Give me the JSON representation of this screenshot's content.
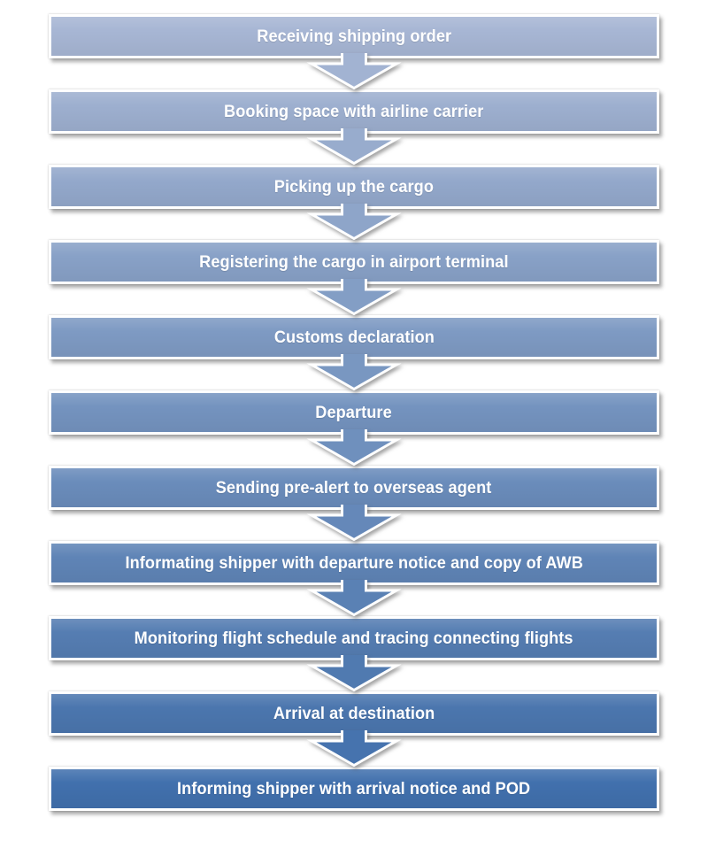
{
  "flow": {
    "background_color": "#ffffff",
    "box_border_color": "#ffffff",
    "text_color": "#ffffff",
    "arrow_outline_color": "#ffffff",
    "steps": [
      {
        "label": "Receiving shipping order",
        "color": "#a7b6d4"
      },
      {
        "label": "Booking space with airline carrier",
        "color": "#9dafcf"
      },
      {
        "label": "Picking up the cargo",
        "color": "#93a8cb"
      },
      {
        "label": "Registering the cargo in airport terminal",
        "color": "#88a1c7"
      },
      {
        "label": "Customs declaration",
        "color": "#7e9ac3"
      },
      {
        "label": "Departure",
        "color": "#7493bf"
      },
      {
        "label": "Sending pre-alert to overseas agent",
        "color": "#6a8cbb"
      },
      {
        "label": "Informating shipper with departure notice and copy of AWB",
        "color": "#5f84b6"
      },
      {
        "label": "Monitoring flight schedule and tracing connecting flights",
        "color": "#557db2"
      },
      {
        "label": "Arrival at destination",
        "color": "#4b76ae"
      },
      {
        "label": "Informing shipper with arrival notice and POD",
        "color": "#4170ad"
      }
    ]
  }
}
